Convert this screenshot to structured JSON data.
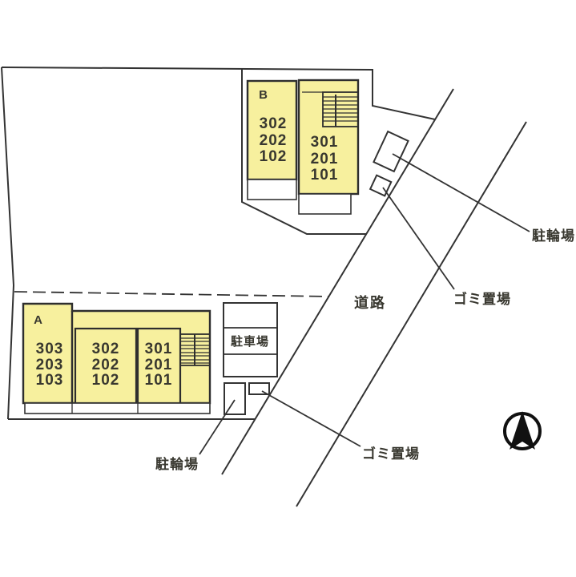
{
  "colors": {
    "building_fill": "#f7f09e",
    "line": "#333333",
    "text": "#38372f",
    "bg": "#ffffff"
  },
  "buildings": {
    "b": {
      "label": "B",
      "left_units": [
        "302",
        "202",
        "102"
      ],
      "right_units": [
        "301",
        "201",
        "101"
      ]
    },
    "a": {
      "label": "A",
      "left_units": [
        "303",
        "203",
        "103"
      ],
      "middle_units": [
        "302",
        "202",
        "102"
      ],
      "right_units": [
        "301",
        "201",
        "101"
      ]
    }
  },
  "facilities": {
    "parking": "駐車場",
    "bicycle_top": "駐輪場",
    "garbage_top": "ゴミ置場",
    "bicycle_bottom": "駐輪場",
    "garbage_bottom": "ゴミ置場",
    "road": "道路"
  },
  "icons": {
    "compass": "north-arrow"
  }
}
